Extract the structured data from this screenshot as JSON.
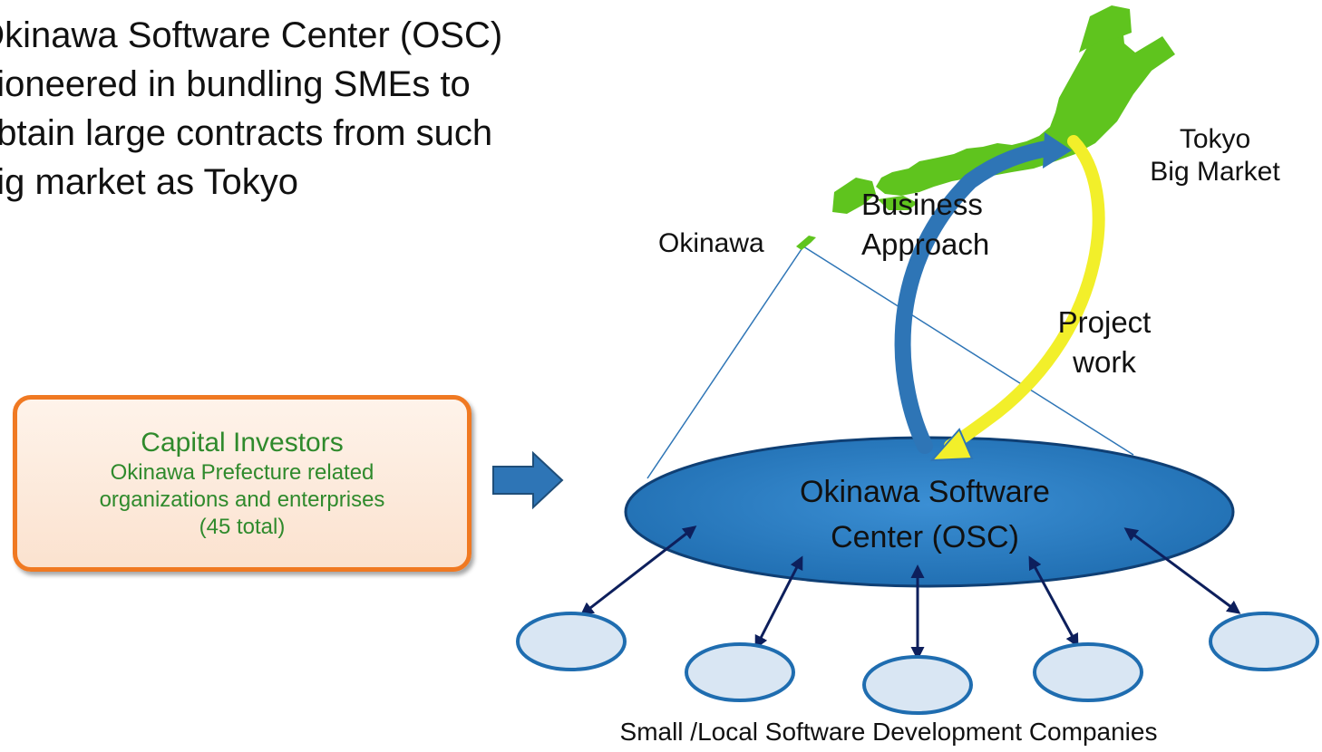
{
  "intro": {
    "lines": [
      "Okinawa Software Center (OSC)",
      "pioneered in bundling SMEs to",
      "obtain large contracts from such",
      "big market as Tokyo"
    ]
  },
  "investors": {
    "title": "Capital Investors",
    "desc_line1": "Okinawa Prefecture related",
    "desc_line2": "organizations and enterprises",
    "count": "(45 total)"
  },
  "map": {
    "okinawa_label": "Okinawa",
    "tokyo_line1": "Tokyo",
    "tokyo_line2": "Big Market",
    "approach_line1": "Business",
    "approach_line2": "Approach",
    "project_line1": "Project",
    "project_line2": "work"
  },
  "osc": {
    "line1": "Okinawa Software",
    "line2": "Center (OSC)"
  },
  "footer": "Small /Local Software Development Companies",
  "colors": {
    "osc_fill": "#2a7ec4",
    "japan_green": "#5fc41e",
    "investor_border": "#f07922",
    "investor_text": "#2f8a2c",
    "arrow_blue": "#2e75b6",
    "arrow_yellow": "#f2ef2a",
    "company_fill": "#d9e6f3",
    "link_navy": "#0d1f5c"
  }
}
